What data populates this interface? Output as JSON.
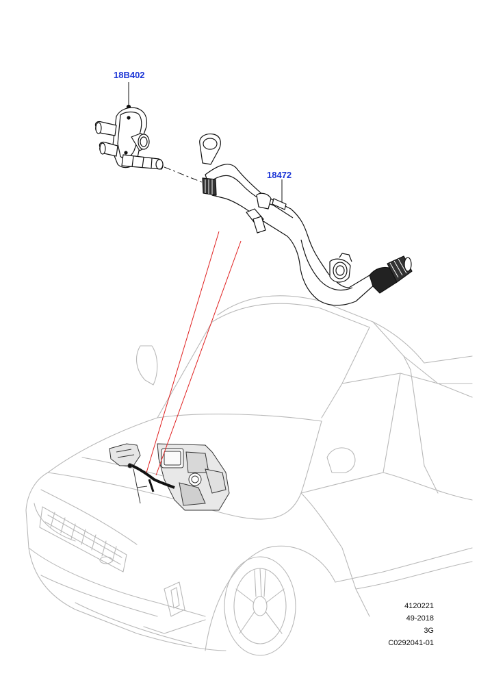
{
  "callouts": {
    "part_a": "18B402",
    "part_b": "18472"
  },
  "footer": {
    "line1": "4120221",
    "line2": "49-2018",
    "line3": "3G",
    "line4": "C0292041-01"
  },
  "colors": {
    "callout": "#1b35d6",
    "leader_red": "#e02020",
    "outline_gray": "#b8b8b8",
    "part_ink": "#111111"
  }
}
